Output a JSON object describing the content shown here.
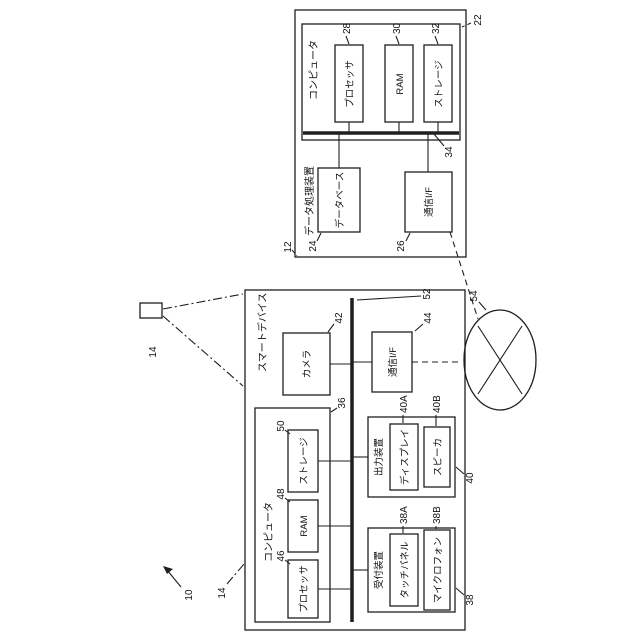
{
  "figure": {
    "labels": {
      "smart_device": "スマートデバイス",
      "dp_device": "データ処理装置",
      "computer": "コンピュータ",
      "processor": "プロセッサ",
      "ram": "RAM",
      "storage": "ストレージ",
      "database": "データベース",
      "comm_if": "通信I/F",
      "camera": "カメラ",
      "output_device": "出力装置",
      "display": "ディスプレイ",
      "speaker": "スピーカ",
      "input_device": "受付装置",
      "touch_panel": "タッチパネル",
      "microphone": "マイクロフォン"
    },
    "refs": {
      "system": "10",
      "smart_device": "14",
      "device_icon": "14",
      "dp_device": "12",
      "dp_computer": "22",
      "dp_processor": "28",
      "dp_ram": "30",
      "dp_storage": "32",
      "dp_bus": "34",
      "database": "24",
      "dp_comm_if": "26",
      "sd_computer": "36",
      "sd_processor": "46",
      "sd_ram": "48",
      "sd_storage": "50",
      "camera": "42",
      "sd_bus": "52",
      "sd_comm_if": "44",
      "output_device": "40",
      "display": "40A",
      "speaker": "40B",
      "input_device": "38",
      "touch_panel": "38A",
      "microphone": "38B",
      "network": "54"
    }
  }
}
